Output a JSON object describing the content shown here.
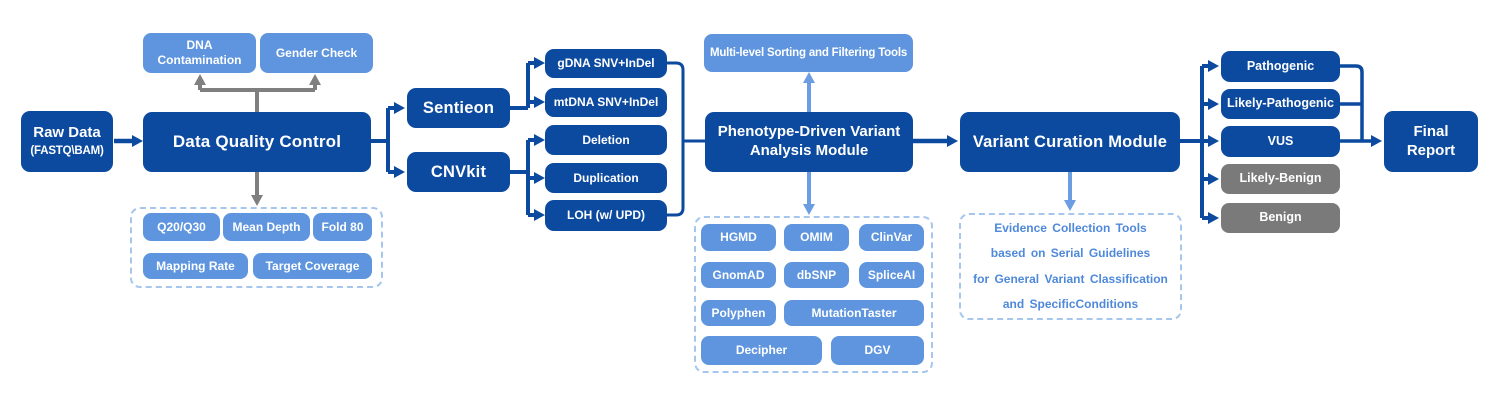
{
  "colors": {
    "navy_box": "#0c4aa0",
    "blue_box": "#5e95de",
    "gray_box": "#7a7a7a",
    "arrow_navy": "#0c4aa0",
    "arrow_gray": "#7f7f7f",
    "arrow_light_blue": "#6b9de2",
    "dashed_border": "#a6c6ee",
    "evidence_text": "#4f89da",
    "background": "#ffffff"
  },
  "flow": {
    "raw_data": {
      "title": "Raw Data",
      "subtitle": "(FASTQ\\BAM)"
    },
    "dqc_label": "Data Quality Control",
    "qc_checks": [
      "DNA Contamination",
      "Gender Check"
    ],
    "qc_metrics": [
      "Q20/Q30",
      "Mean Depth",
      "Fold 80",
      "Mapping Rate",
      "Target Coverage"
    ],
    "callers": [
      "Sentieon",
      "CNVkit"
    ],
    "variant_types": [
      "gDNA SNV+InDel",
      "mtDNA SNV+InDel",
      "Deletion",
      "Duplication",
      "LOH (w/ UPD)"
    ],
    "sorting_tools_label": "Multi-level Sorting and Filtering Tools",
    "phenotype_module": {
      "line1": "Phenotype-Driven Variant",
      "line2": "Analysis Module"
    },
    "databases": [
      "HGMD",
      "OMIM",
      "ClinVar",
      "GnomAD",
      "dbSNP",
      "SpliceAI",
      "Polyphen",
      "MutationTaster",
      "Decipher",
      "DGV"
    ],
    "curation_module_label": "Variant Curation Module",
    "evidence_note": [
      "Evidence Collection Tools",
      "based on Serial Guidelines",
      "for General Variant Classification",
      "and SpecificConditions"
    ],
    "classifications": [
      "Pathogenic",
      "Likely-Pathogenic",
      "VUS",
      "Likely-Benign",
      "Benign"
    ],
    "final_report": {
      "line1": "Final",
      "line2": "Report"
    }
  }
}
